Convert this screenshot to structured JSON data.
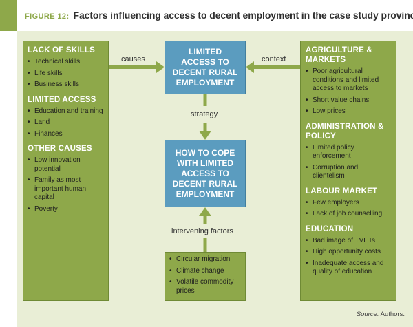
{
  "title": {
    "figure_label": "FIGURE 12:",
    "text": "Factors influencing access to decent employment in the case study provinces"
  },
  "left_box": {
    "sections": [
      {
        "heading": "LACK OF SKILLS",
        "items": [
          "Technical skills",
          "Life skills",
          "Business skills"
        ]
      },
      {
        "heading": "LIMITED ACCESS",
        "items": [
          "Education and training",
          "Land",
          "Finances"
        ]
      },
      {
        "heading": "OTHER CAUSES",
        "items": [
          "Low innovation potential",
          "Family as most important human capital",
          "Poverty"
        ]
      }
    ]
  },
  "right_box": {
    "sections": [
      {
        "heading": "AGRICULTURE & MARKETS",
        "items": [
          "Poor agricultural conditions and limited access to markets",
          "Short value chains",
          "Low prices"
        ]
      },
      {
        "heading": "ADMINISTRATION & POLICY",
        "items": [
          "Limited policy enforcement",
          "Corruption and clientelism"
        ]
      },
      {
        "heading": "LABOUR MARKET",
        "items": [
          "Few employers",
          "Lack of job counselling"
        ]
      },
      {
        "heading": "EDUCATION",
        "items": [
          "Bad image of TVETs",
          "High opportunity costs",
          "Inadequate access and quality of education"
        ]
      }
    ]
  },
  "center_top": "LIMITED ACCESS TO DECENT RURAL EMPLOYMENT",
  "center_mid": "HOW TO COPE WITH LIMITED ACCESS TO DECENT RURAL EMPLOYMENT",
  "bottom_box": {
    "items": [
      "Circular migration",
      "Climate change",
      "Volatile commodity prices"
    ]
  },
  "labels": {
    "causes": "causes",
    "context": "context",
    "strategy": "strategy",
    "intervening": "intervening factors"
  },
  "source": {
    "prefix": "Source:",
    "text": "Authors."
  },
  "colors": {
    "green": "#8ea84a",
    "blue": "#5b9cbf",
    "panel": "#e9eed6"
  }
}
